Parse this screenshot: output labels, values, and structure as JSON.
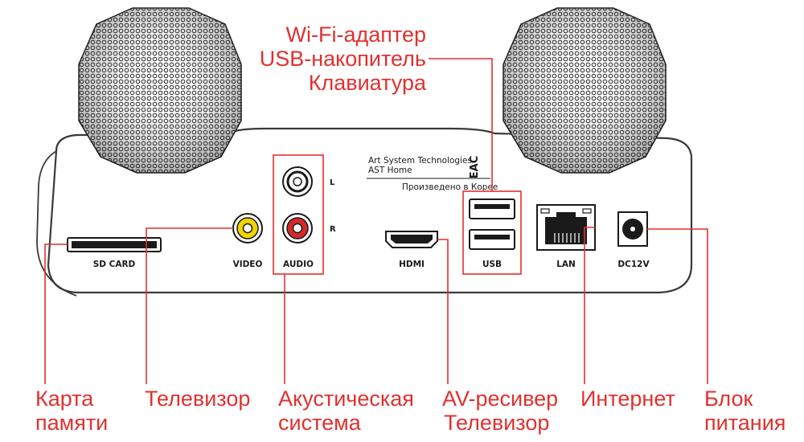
{
  "brand": {
    "line1": "Art System Technologies",
    "line2": "AST Home",
    "made_in": "Произведено в Корее",
    "mark": "EAC"
  },
  "ports": {
    "sd_card": "SD CARD",
    "video": "VIDEO",
    "audio": "AUDIO",
    "audio_left": "L",
    "audio_right": "R",
    "hdmi": "HDMI",
    "usb": "USB",
    "lan": "LAN",
    "dc": "DC12V"
  },
  "callouts": {
    "usb_top": [
      "Wi-Fi-адаптер",
      "USB-накопитель",
      "Клавиатура"
    ],
    "memory_card": [
      "Карта",
      "памяти"
    ],
    "tv": [
      "Телевизор"
    ],
    "acoustic": [
      "Акустическая",
      "система"
    ],
    "av": [
      "AV-ресивер",
      "Телевизор"
    ],
    "internet": [
      "Интернет"
    ],
    "power": [
      "Блок",
      "питания"
    ]
  },
  "colors": {
    "accent": "#e0312f",
    "body_outline": "#3a3a3a",
    "rca_yellow": "#f2d400",
    "rca_red": "#d42a2a"
  }
}
